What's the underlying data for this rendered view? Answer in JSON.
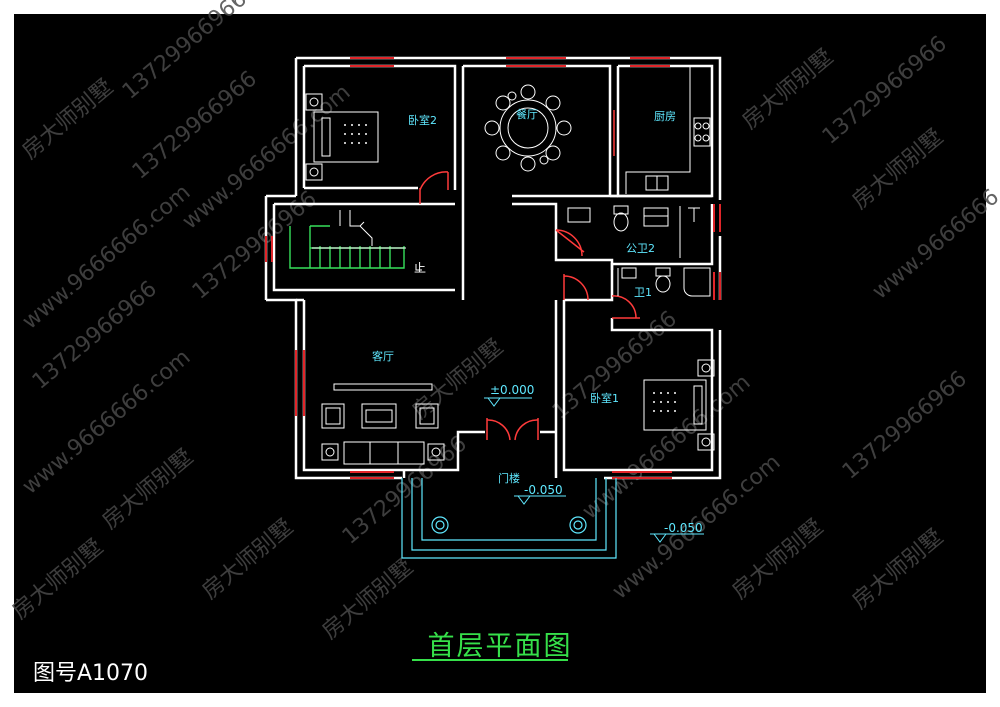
{
  "title": "首层平面图",
  "drawing_number": "图号A1070",
  "rooms": {
    "bedroom2": "卧室2",
    "dining": "餐厅",
    "kitchen": "厨房",
    "public_bath": "公卫2",
    "bath1": "卫1",
    "living": "客厅",
    "bedroom1": "卧室1",
    "porch": "门楼",
    "stair_up": "上"
  },
  "elevations": {
    "floor": "±0.000",
    "porch": "-0.050",
    "exterior": "-0.050"
  },
  "watermarks": {
    "brand": "房大师别墅",
    "phone": "13729966966",
    "site": "www.9666666.com"
  },
  "colors": {
    "wall": "#ffffff",
    "window": "#e0262a",
    "text": "#5fe8ff",
    "stair": "#37e05b",
    "door": "#ff3b3b",
    "title": "#36e04a",
    "watermark": "#4a4a4a"
  }
}
